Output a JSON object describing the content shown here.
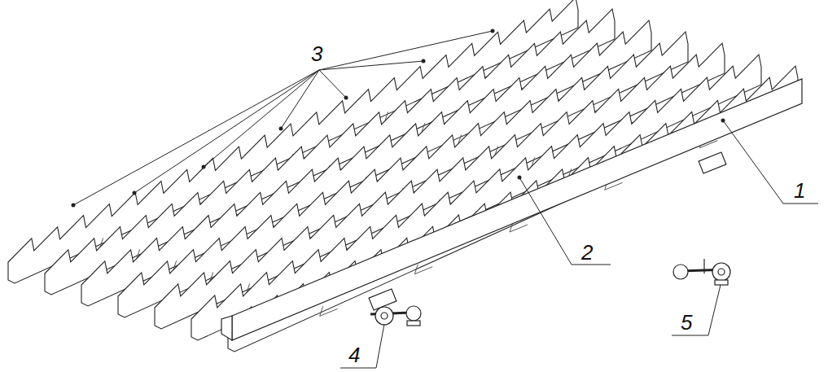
{
  "diagram": {
    "labels": [
      "3",
      "1",
      "2",
      "5",
      "4"
    ]
  }
}
